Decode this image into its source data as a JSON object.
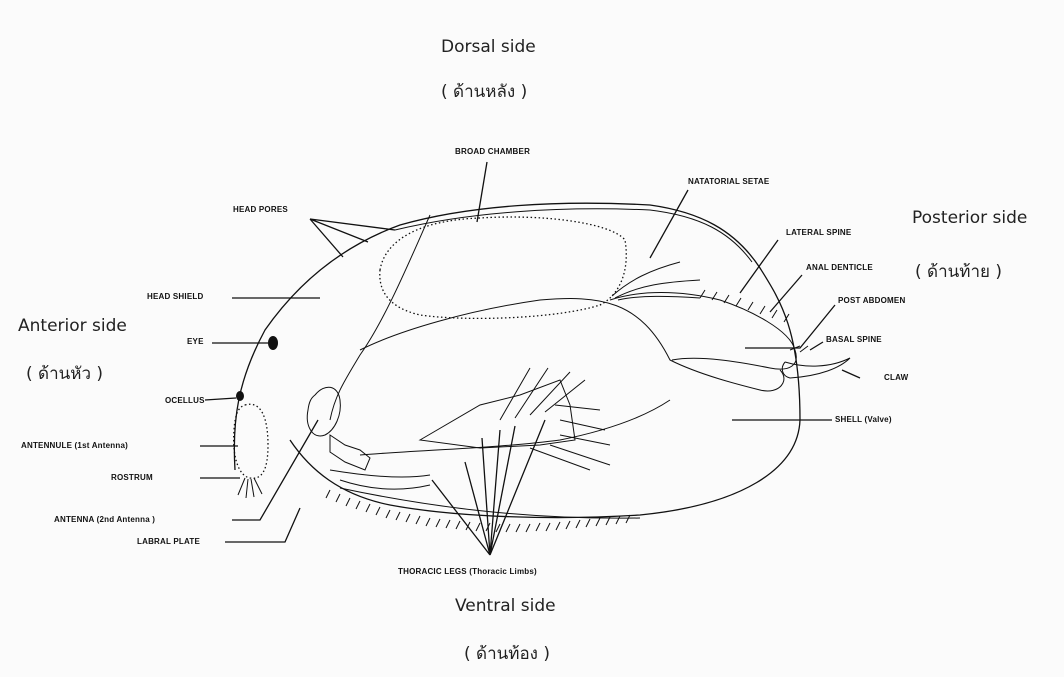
{
  "orientation": {
    "dorsal": "Dorsal side",
    "dorsal_th": "( ด้านหลัง )",
    "posterior": "Posterior side",
    "posterior_th": "( ด้านท้าย )",
    "anterior": "Anterior side",
    "anterior_th": "( ด้านหัว )",
    "ventral": "Ventral side",
    "ventral_th": "( ด้านท้อง )"
  },
  "labels": {
    "broad_chamber": "BROAD CHAMBER",
    "natatorial_setae": "NATATORIAL SETAE",
    "head_pores": "HEAD PORES",
    "lateral_spine": "LATERAL SPINE",
    "anal_denticle": "ANAL DENTICLE",
    "head_shield": "HEAD SHIELD",
    "post_abdomen": "POST ABDOMEN",
    "basal_spine": "BASAL SPINE",
    "eye": "EYE",
    "claw": "CLAW",
    "ocellus": "OCELLUS",
    "shell": "SHELL (Valve)",
    "antennule": "ANTENNULE (1st Antenna)",
    "rostrum": "ROSTRUM",
    "antenna": "ANTENNA (2nd Antenna )",
    "labral_plate": "LABRAL PLATE",
    "thoracic_legs": "THORACIC LEGS (Thoracic Limbs)"
  }
}
